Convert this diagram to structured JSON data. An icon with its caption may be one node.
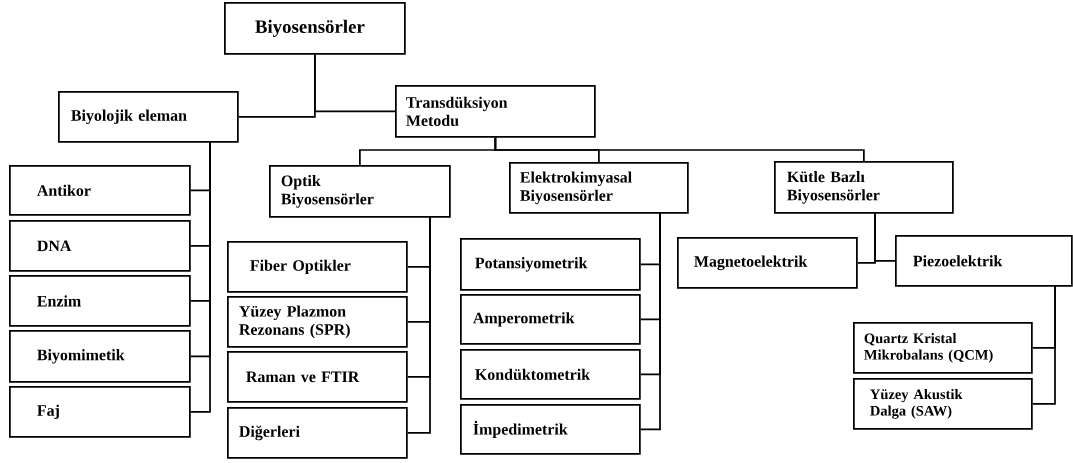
{
  "diagram": {
    "nodes": [
      {
        "text": [
          "Biyosensörler"
        ]
      },
      {
        "text": [
          "Biyolojik eleman"
        ]
      },
      {
        "text": [
          "Transdüksiyon Metodu"
        ]
      },
      {
        "text": [
          "Antikor"
        ]
      },
      {
        "text": [
          "DNA"
        ]
      },
      {
        "text": [
          "Enzim"
        ]
      },
      {
        "text": [
          "Biyomimetik"
        ]
      },
      {
        "text": [
          "Faj"
        ]
      },
      {
        "text": [
          "Optik Biyosensörler"
        ]
      },
      {
        "text": [
          "Elektrokimyasal Biyosensörler"
        ]
      },
      {
        "text": [
          "Kütle Bazlı Biyosensörler"
        ]
      },
      {
        "text": [
          "Fiber Optikler"
        ]
      },
      {
        "text": [
          "Yüzey Plazmon Rezonans (SPR)"
        ]
      },
      {
        "text": [
          "Raman ve FTIR"
        ]
      },
      {
        "text": [
          "Diğerleri"
        ]
      },
      {
        "text": [
          "Potansiyometrik"
        ]
      },
      {
        "text": [
          "Amperometrik"
        ]
      },
      {
        "text": [
          "Kondüktometrik"
        ]
      },
      {
        "text": [
          "İmpedimetrik"
        ]
      },
      {
        "text": [
          "Magnetoelektrik"
        ]
      },
      {
        "text": [
          "Piezoelektrik"
        ]
      },
      {
        "text": [
          "Quartz Kristal Mikrobalans (QCM)"
        ]
      },
      {
        "text": [
          "Yüzey Akustik Dalga (SAW)"
        ]
      }
    ],
    "edges": [
      {
        "from": 0,
        "to": 1,
        "arrow": "none"
      },
      {
        "from": 0,
        "to": 2,
        "arrow": "none"
      },
      {
        "from": 1,
        "to": 3,
        "arrow": "none"
      },
      {
        "from": 1,
        "to": 4,
        "arrow": "none"
      },
      {
        "from": 1,
        "to": 5,
        "arrow": "none"
      },
      {
        "from": 1,
        "to": 6,
        "arrow": "none"
      },
      {
        "from": 1,
        "to": 7,
        "arrow": "none"
      },
      {
        "from": 2,
        "to": 8,
        "arrow": "none"
      },
      {
        "from": 2,
        "to": 9,
        "arrow": "none"
      },
      {
        "from": 2,
        "to": 10,
        "arrow": "none"
      },
      {
        "from": 8,
        "to": 11,
        "arrow": "none"
      },
      {
        "from": 8,
        "to": 12,
        "arrow": "none"
      },
      {
        "from": 8,
        "to": 13,
        "arrow": "none"
      },
      {
        "from": 8,
        "to": 14,
        "arrow": "none"
      },
      {
        "from": 9,
        "to": 15,
        "arrow": "none"
      },
      {
        "from": 9,
        "to": 16,
        "arrow": "none"
      },
      {
        "from": 9,
        "to": 17,
        "arrow": "none"
      },
      {
        "from": 9,
        "to": 18,
        "arrow": "none"
      },
      {
        "from": 10,
        "to": 19,
        "arrow": "none"
      },
      {
        "from": 10,
        "to": 20,
        "arrow": "none"
      },
      {
        "from": 20,
        "to": 21,
        "arrow": "none"
      },
      {
        "from": 20,
        "to": 22,
        "arrow": "none"
      }
    ]
  }
}
